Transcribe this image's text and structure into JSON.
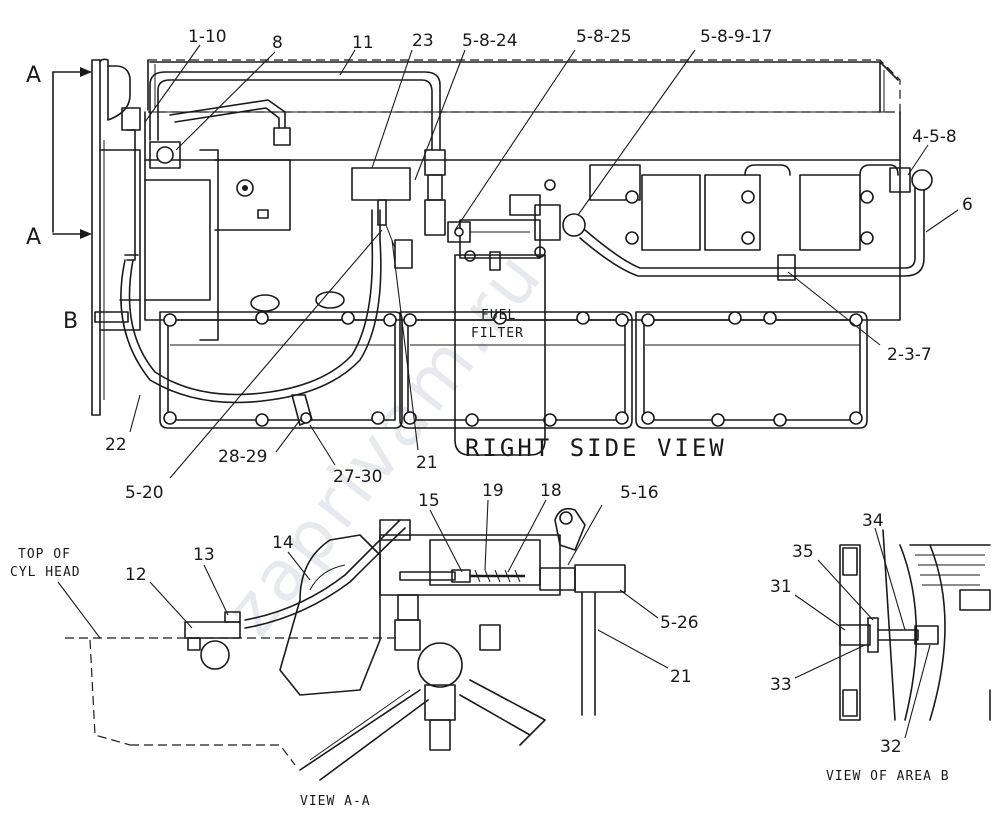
{
  "watermark": "zaprivam.ru",
  "views": {
    "main": "RIGHT SIDE VIEW",
    "section": "VIEW A-A",
    "detail": "VIEW OF AREA B"
  },
  "section_markers": {
    "a_top": "A",
    "a_bottom": "A",
    "b": "B"
  },
  "fuel_filter": {
    "line1": "FUEL",
    "line2": "FILTER"
  },
  "top_of_cyl_head": {
    "line1": "TOP OF",
    "line2": "CYL HEAD"
  },
  "callouts": {
    "c_1_10": "1-10",
    "c_8": "8",
    "c_11": "11",
    "c_23": "23",
    "c_5_8_24": "5-8-24",
    "c_5_8_25": "5-8-25",
    "c_5_8_9_17": "5-8-9-17",
    "c_4_5_8": "4-5-8",
    "c_6": "6",
    "c_2_3_7": "2-3-7",
    "c_22": "22",
    "c_5_20": "5-20",
    "c_28_29": "28-29",
    "c_27_30": "27-30",
    "c_21_top": "21",
    "c_12": "12",
    "c_13": "13",
    "c_14": "14",
    "c_15": "15",
    "c_19": "19",
    "c_18": "18",
    "c_5_16": "5-16",
    "c_5_26": "5-26",
    "c_21_bottom": "21",
    "c_34": "34",
    "c_35": "35",
    "c_31": "31",
    "c_33": "33",
    "c_32": "32"
  }
}
